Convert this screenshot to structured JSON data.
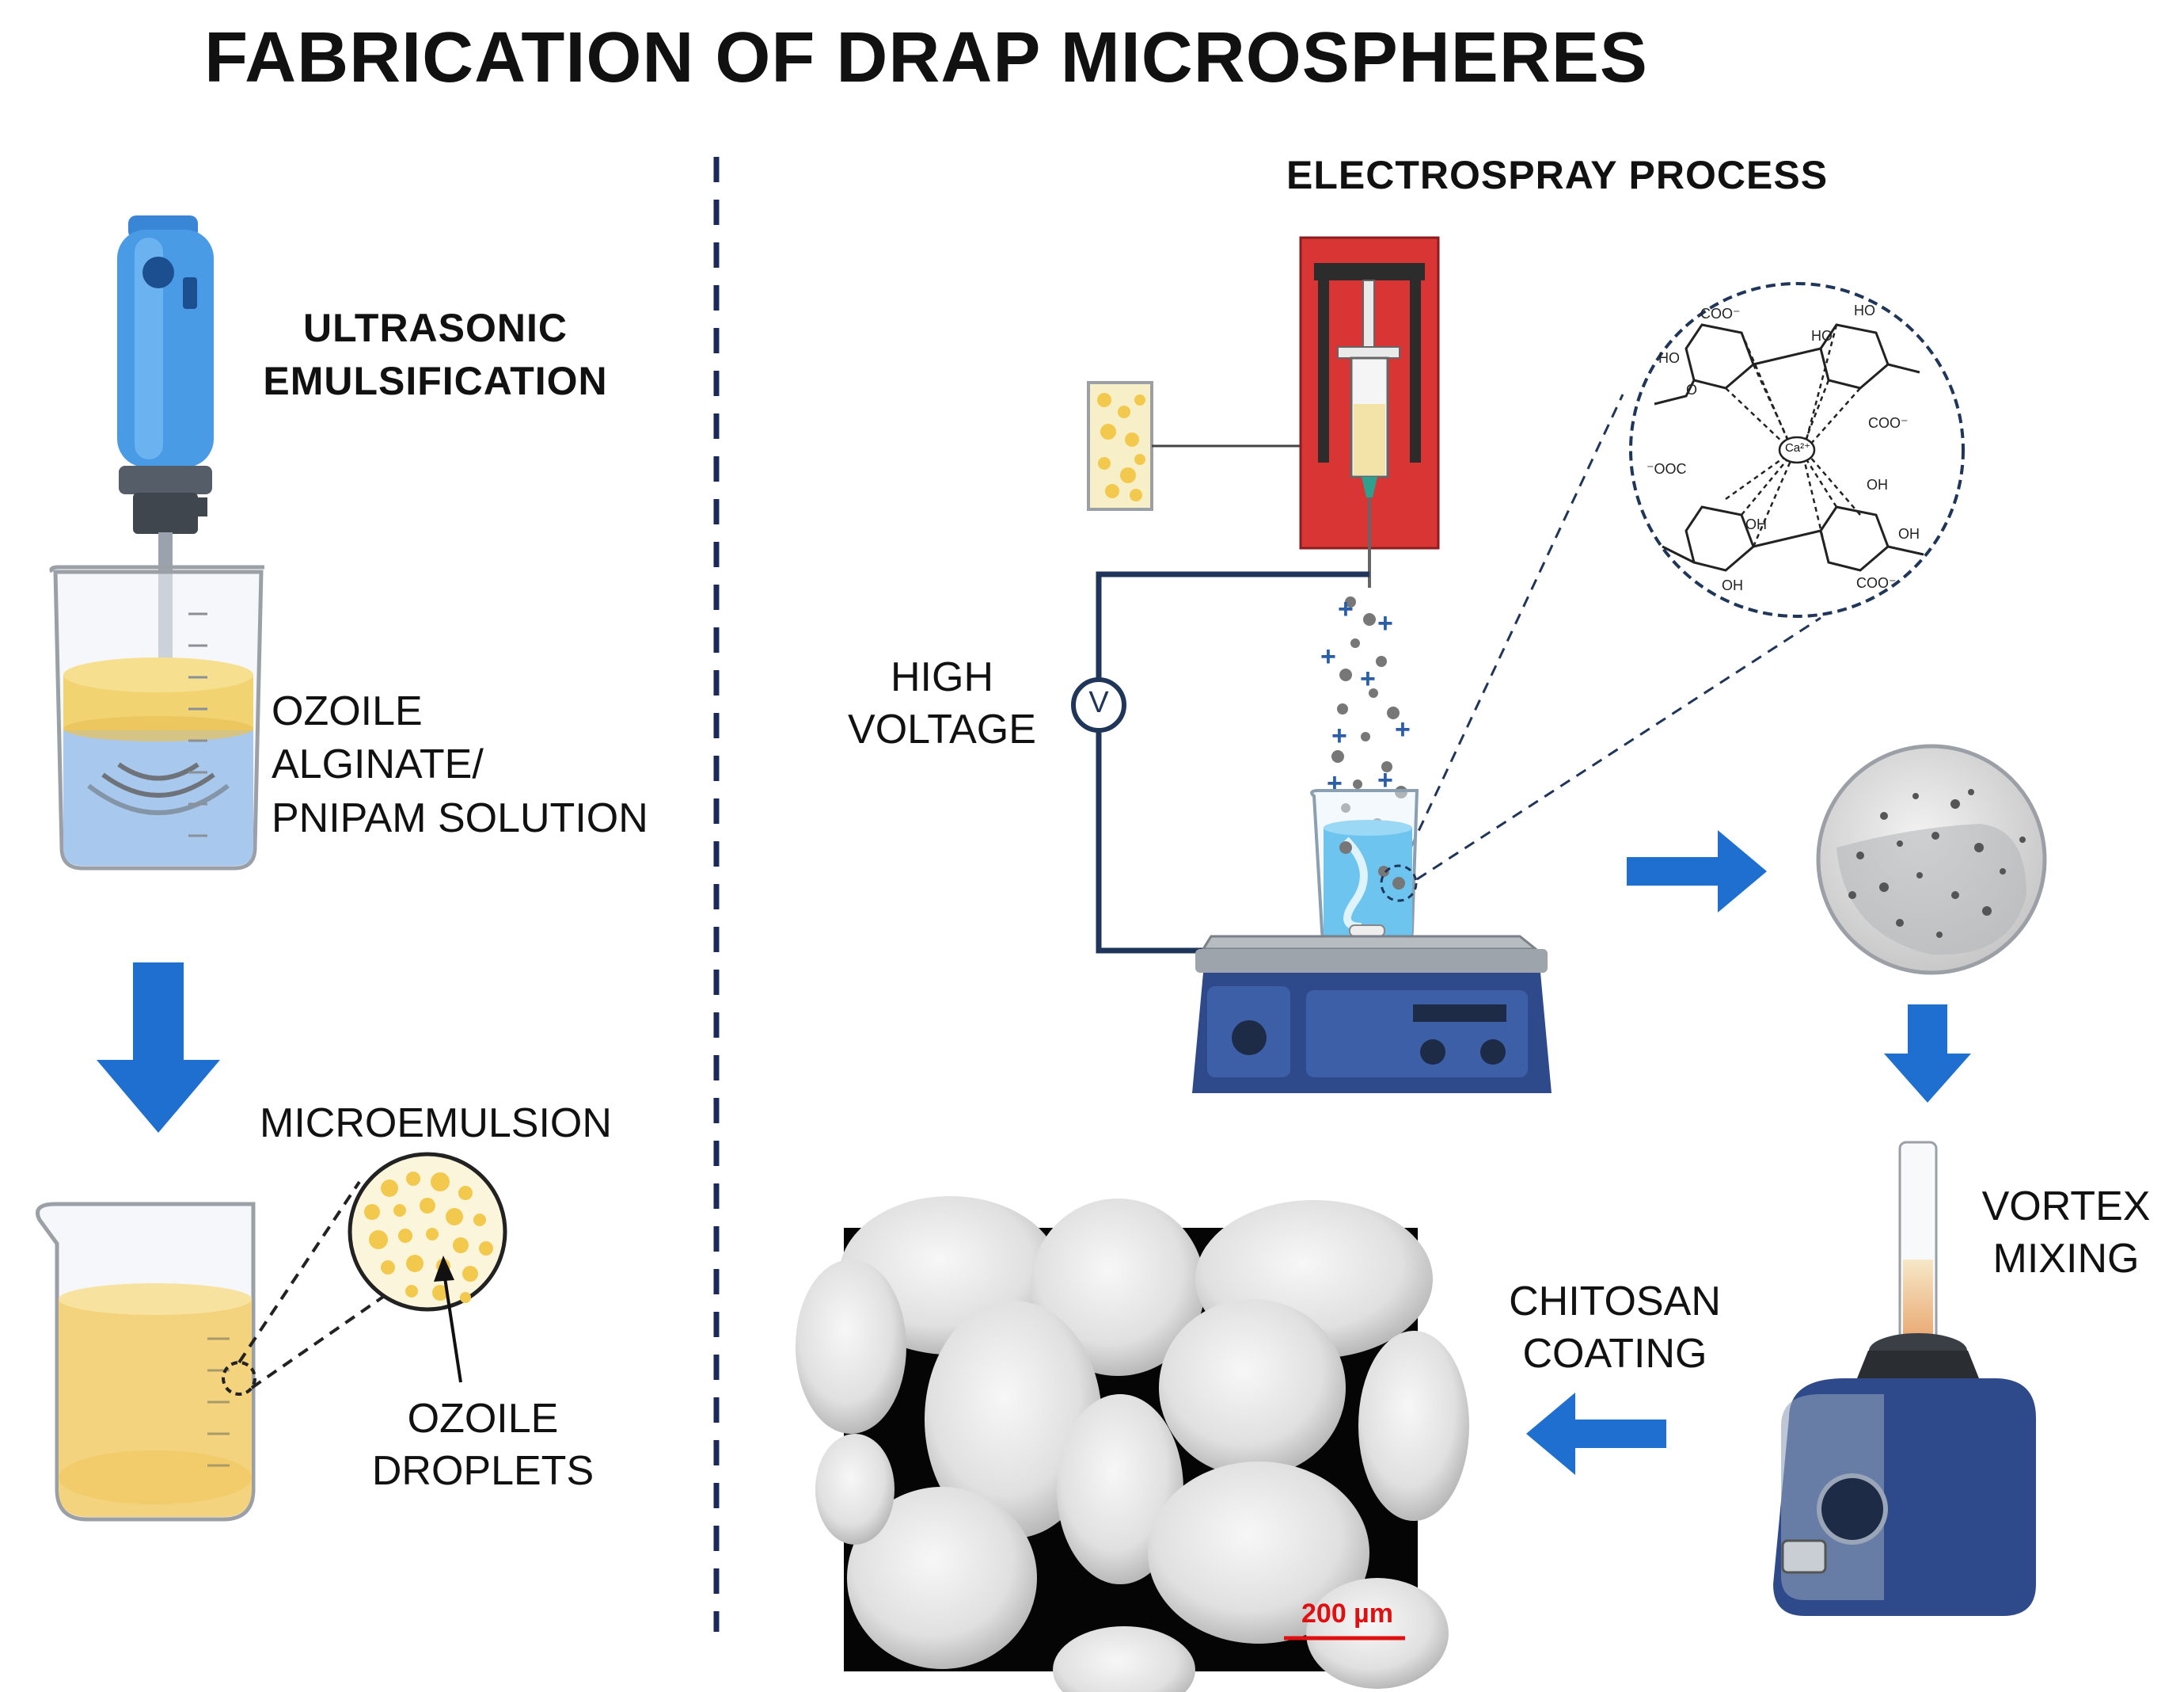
{
  "title": "FABRICATION OF DRAP MICROSPHERES",
  "left_panel": {
    "header_line1": "ULTRASONIC",
    "header_line2": "EMULSIFICATION",
    "solution_line1": "OZOILE",
    "solution_line2": "ALGINATE/",
    "solution_line3": "PNIPAM SOLUTION",
    "microemulsion_label": "MICROEMULSION",
    "droplets_line1": "OZOILE",
    "droplets_line2": "DROPLETS"
  },
  "right_panel": {
    "header": "ELECTROSPRAY PROCESS",
    "voltage_line1": "HIGH",
    "voltage_line2": "VOLTAGE",
    "voltmeter_symbol": "V",
    "calcium_label": "Ca²⁺",
    "vortex_line1": "VORTEX",
    "vortex_line2": "MIXING",
    "chitosan_line1": "CHITOSAN",
    "chitosan_line2": "COATING",
    "scale_bar_label": "200 µm"
  },
  "colors": {
    "arrow_blue": "#1e6fd0",
    "divider_navy": "#1b2a5a",
    "liquid_yellow": "#f4d37e",
    "liquid_blue": "#a8c8ee",
    "pump_red": "#d93535",
    "stirrer_navy": "#2e4a8a",
    "scale_red": "#e01010"
  }
}
